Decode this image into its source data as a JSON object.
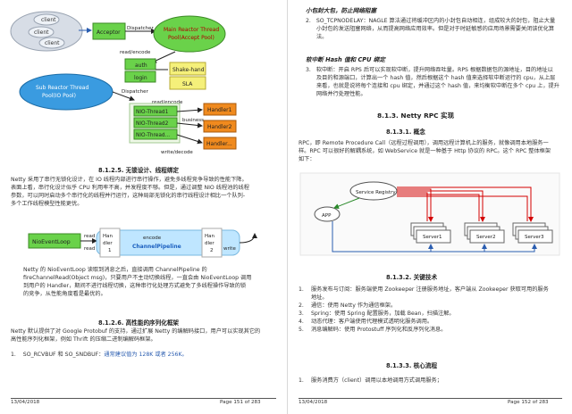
{
  "left": {
    "diagram1": {
      "clients": [
        "client",
        "client",
        "client"
      ],
      "acceptor": "Acceptor",
      "dispatcher1": "Dispatcher",
      "main_reactor_l1": "Main Reactor Thread",
      "main_reactor_l2": "Pool(Accept Pool)",
      "read_encode1": "read/encode",
      "auth": "auth",
      "login": "login",
      "shake_hand": "Shake-hand",
      "sla": "SLA",
      "sub_reactor_l1": "Sub Reactor Thread",
      "sub_reactor_l2": "Pool(IO Pool)",
      "dispatcher2": "Dispatcher",
      "read_encode2": "read/encode",
      "nio1": "NIO-Thread1",
      "nio2": "NIO-Thread2",
      "nio3": "NIO-Thread...",
      "handler1": "Handler1",
      "handler2": "Handler2",
      "handler3": "Handler...",
      "business": "business",
      "write_decode": "write/decode"
    },
    "sec1_title": "8.1.2.5.    无锁设计、线程绑定",
    "sec1_para": [
      "Netty 采用了串行无锁化设计，在 IO 线程内部进行串行操作，避免多线程竞争导致的性能下降。",
      "表面上看，串行化设计似乎 CPU 利用率不高，并发程度不够。但是，通过调整 NIO 线程池的线程",
      "参数，可以同时启动多个串行化的线程并行运行，这种局部无锁化的串行线程设计相比一个队列-",
      "多个工作线程模型性能更优。"
    ],
    "diagram2": {
      "nio_event_loop": "NioEventLoop",
      "read1": "read",
      "read2": "read",
      "handler_a_1": "Han",
      "handler_a_2": "dler",
      "handler_a_3": "1",
      "encode": "encode",
      "channel_pipeline": "ChannelPipeline",
      "handler_b_1": "Han",
      "handler_b_2": "dler",
      "handler_b_3": "2",
      "write": "write"
    },
    "sec1_para2": [
      "Netty 的 NioEventLoop 读取到消息之后，直接调用 ChannelPipeline 的",
      "fireChannelRead(Object msg)，只要用户不主动切换线程，一直会由 NioEventLoop 调用",
      "到用户的 Handler，期间不进行线程切换，这种串行化处理方式避免了多线程操作导致的锁",
      "的竞争，从性能角度看是最优的。"
    ],
    "sec2_title": "8.1.2.6.    高性能的序列化框架",
    "sec2_para": [
      "Netty 默认提供了对 Google Protobuf 的支持，通过扩展 Netty 的编解码接口，用户可以实现其它的",
      "高性能序列化框架，例如 Thrift 的压缩二进制编解码框架。"
    ],
    "item1_num": "1.",
    "item1_text": "SO_RCVBUF 和 SO_SNDBUF：",
    "item1_hl": "通常建议值为 128K 或者 256K。",
    "footer_left": "13/04/2018",
    "footer_right": "Page 151 of 283"
  },
  "right": {
    "sub1": "小包封大包，防止网络阻塞",
    "item2_num": "2.",
    "item2_text": "SO_TCPNODELAY：NAGLE 算法通过将缓冲区内的小封包自动相连，组成较大的封包，阻止大量",
    "item2_text2": "小封包的发送阻塞网络，从而提高网络应用效率。但是对于时延敏感的应用场景需要关闭该优化算",
    "item2_text3": "法。",
    "sub2": "软中断 Hash 值和 CPU 绑定",
    "item3_num": "3.",
    "item3_text": "软中断：开启 RPS 后可以实现软中断，提升网络吞吐量。RPS 根据数据包的源地址，目的地址以",
    "item3_text2": "及目的和源端口，计算出一个 hash 值，然后根据这个 hash 值来选择软中断运行的 cpu，从上层",
    "item3_text3": "来看，也就是说将每个连接和 cpu 绑定，并通过这个 hash 值，来均衡软中断在多个 cpu 上，提升",
    "item3_text4": "网络并行处理性能。",
    "sec_title": "8.1.3.    Netty RPC 实现",
    "sec1_title": "8.1.3.1.      概念",
    "sec1_para": [
      "RPC，即 Remote Procedure Call（远程过程调用），调用远程计算机上的服务，就像调用本地服务一",
      "样。RPC 可以很好的解耦系统，如 WebService 就是一种基于 Http 协议的 RPC。这个 RPC 整体框架",
      "如下："
    ],
    "diagram": {
      "service_registry": "Service Registry",
      "app": "APP",
      "server1": "Server1",
      "server2": "Server2",
      "server3": "Server3"
    },
    "sec2_title": "8.1.3.2.      关键技术",
    "list2": [
      {
        "n": "1.",
        "t": "服务发布与订阅：服务端使用 Zookeeper 注册服务地址，客户端从 Zookeeper 获取可用的服务"
      },
      {
        "n": "",
        "t": "地址。"
      },
      {
        "n": "2.",
        "t": "通信：使用 Netty 作为通信框架。"
      },
      {
        "n": "3.",
        "t": "Spring：使用 Spring 配置服务，加载 Bean，扫描注解。"
      },
      {
        "n": "4.",
        "t": "动态代理：客户端使用代理模式透明化服务调用。"
      },
      {
        "n": "5.",
        "t": "消息编解码：使用 Protostuff 序列化和反序列化消息。"
      }
    ],
    "sec3_title": "8.1.3.3.      核心流程",
    "list3": [
      {
        "n": "1.",
        "t": "服务消费方（client）调用以本地调用方式调用服务；"
      }
    ],
    "footer_left": "13/04/2018",
    "footer_right": "Page 152 of 283"
  },
  "colors": {
    "green": "#6ad24a",
    "blue_ellipse": "#3a9be0",
    "yellow": "#f5f07a",
    "orange": "#f08a1e",
    "red_arrow": "#d40000",
    "light_blue": "#bfe6ff"
  }
}
